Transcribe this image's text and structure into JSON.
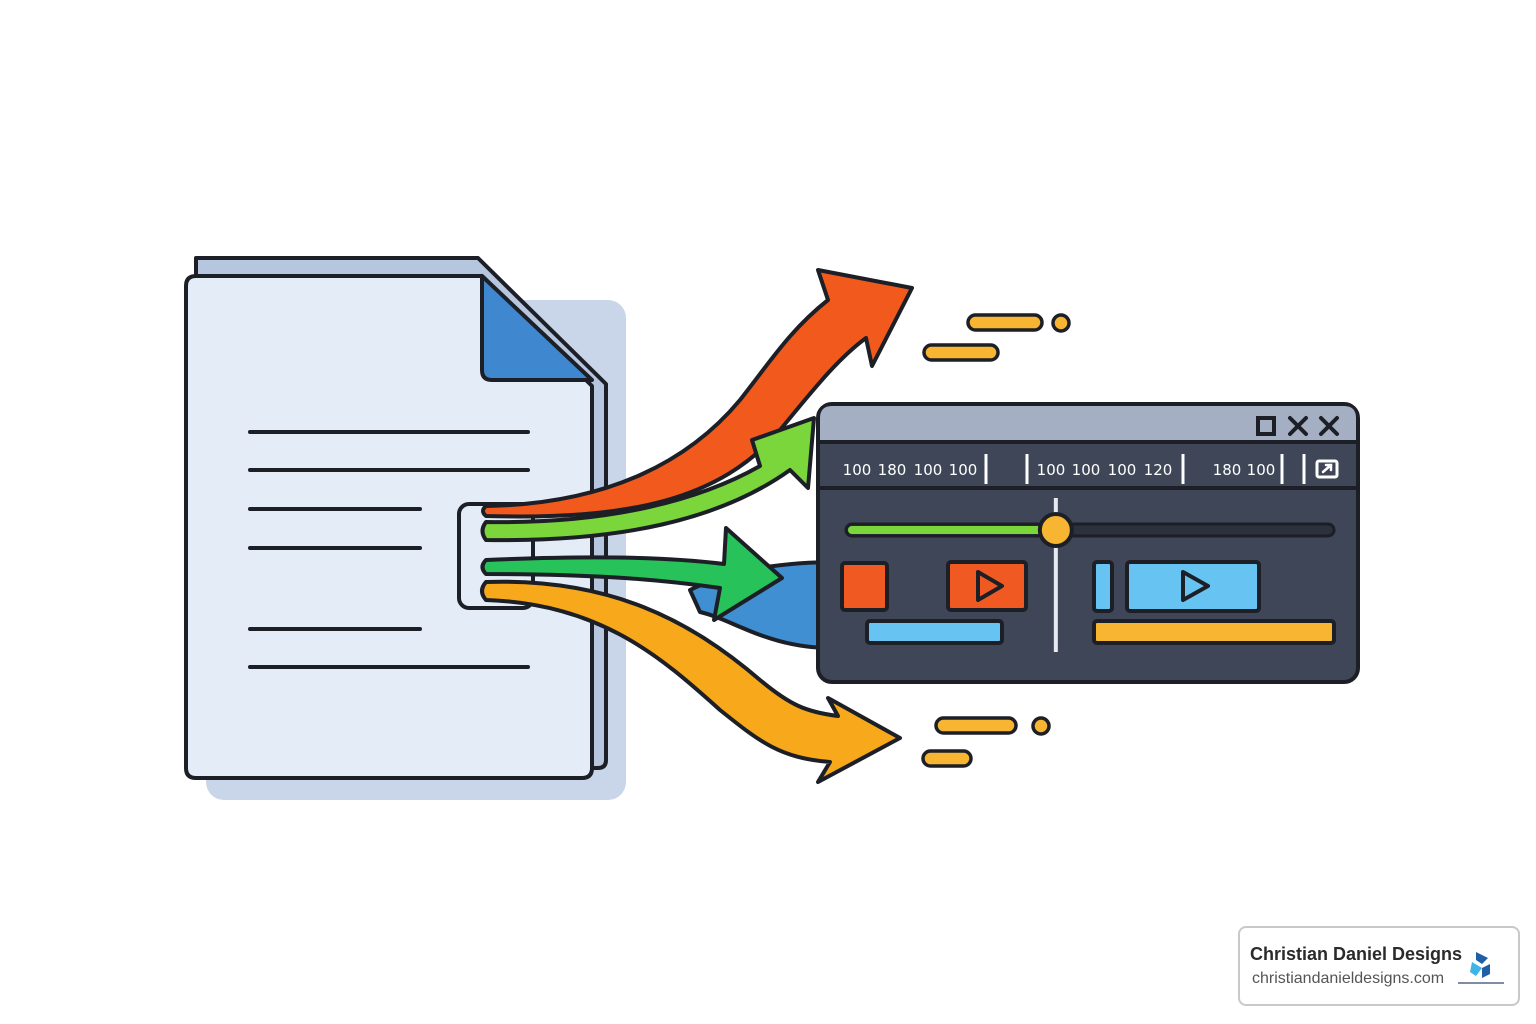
{
  "ruler": {
    "ticks": [
      "100",
      "180",
      "100",
      "100",
      "100",
      "100",
      "100",
      "120",
      "180",
      "100"
    ]
  },
  "window_controls": [
    "maximize-icon",
    "close-icon",
    "close-icon"
  ],
  "timeline": {
    "playhead_position": 0.43
  },
  "colors": {
    "arrow_red": "#f25a1d",
    "arrow_green": "#7ad63a",
    "arrow_green_dark": "#27c35a",
    "arrow_orange": "#f7a81b",
    "arrow_blue": "#3f8fd2",
    "panel_dark": "#3e4657",
    "document": "#e4ecf7"
  },
  "brand": {
    "name": "Christian Daniel Designs",
    "url": "christiandanieldesigns.com"
  }
}
